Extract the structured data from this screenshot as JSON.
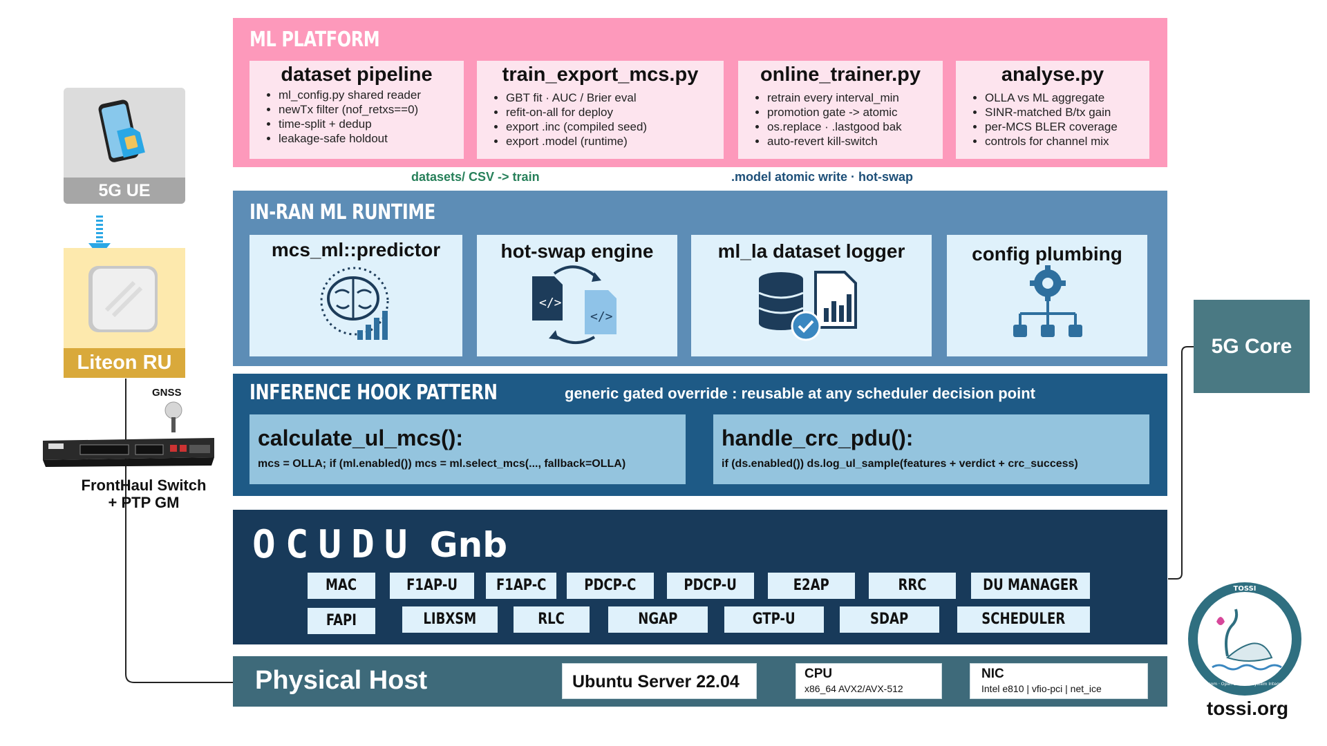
{
  "left": {
    "ue_label": "5G UE",
    "ru_label": "Liteon RU",
    "gnss_label": "GNSS",
    "switch_label_line1": "FrontHaul Switch",
    "switch_label_line2": "+ PTP GM"
  },
  "ml_platform": {
    "title": "ML PLATFORM",
    "cards": [
      {
        "title": "dataset pipeline",
        "items": [
          "ml_config.py shared reader",
          "newTx filter (nof_retxs==0)",
          "time-split + dedup",
          "leakage-safe holdout"
        ]
      },
      {
        "title": "train_export_mcs.py",
        "items": [
          "GBT fit · AUC / Brier eval",
          "refit-on-all for deploy",
          "export .inc (compiled seed)",
          "export .model (runtime)"
        ]
      },
      {
        "title": "online_trainer.py",
        "items": [
          "retrain every interval_min",
          "promotion gate -> atomic",
          "os.replace · .lastgood bak",
          "auto-revert kill-switch"
        ]
      },
      {
        "title": "analyse.py",
        "items": [
          "OLLA vs ML aggregate",
          "SINR-matched B/tx gain",
          "per-MCS BLER coverage",
          "controls for channel mix"
        ]
      }
    ]
  },
  "flows": {
    "left_label": "datasets/ CSV -> train",
    "right_label": ".model atomic write · hot-swap"
  },
  "runtime": {
    "title": "IN-RAN ML RUNTIME",
    "cards": [
      {
        "title": "mcs_ml::predictor",
        "icon": "brain-chart-icon"
      },
      {
        "title": "hot-swap engine",
        "icon": "code-files-swap-icon"
      },
      {
        "title": "ml_la  dataset logger",
        "icon": "database-report-icon"
      },
      {
        "title": "config plumbing",
        "icon": "gear-hierarchy-icon"
      }
    ]
  },
  "hook": {
    "title": "INFERENCE HOOK PATTERN",
    "subtitle": "generic gated override :  reusable at any scheduler decision point",
    "cards": [
      {
        "title": "calculate_ul_mcs():",
        "code": "mcs = OLLA; if (ml.enabled()) mcs = ml.select_mcs(..., fallback=OLLA)"
      },
      {
        "title": "handle_crc_pdu():",
        "code": "if (ds.enabled()) ds.log_ul_sample(features + verdict + crc_success)"
      }
    ]
  },
  "gnb": {
    "logo": "OCUDU",
    "suffix": "Gnb",
    "row1": [
      "MAC",
      "F1AP-U",
      "F1AP-C",
      "PDCP-C",
      "PDCP-U",
      "E2AP",
      "RRC",
      "DU MANAGER"
    ],
    "row2": [
      "FAPI",
      "LIBXSM",
      "RLC",
      "NGAP",
      "GTP-U",
      "SDAP",
      "SCHEDULER"
    ]
  },
  "host": {
    "title": "Physical Host",
    "os": "Ubuntu Server 22.04",
    "cpu_title": "CPU",
    "cpu_detail": "x86_64 AVX2/AVX-512",
    "nic_title": "NIC",
    "nic_detail": "Intel e810  | vfio-pci | net_ice"
  },
  "core": {
    "label": "5G Core"
  },
  "tossi": {
    "badge_text": "TOSSI",
    "ring_text": "Telecom · Open Source · System Integrator",
    "site": "tossi.org"
  },
  "colors": {
    "ml_platform": "#fd99bb",
    "runtime": "#5d8db6",
    "hook": "#1e5a86",
    "gnb": "#183a5a",
    "host": "#3e6a7a",
    "core": "#4a7983",
    "ru": "#d9a93b",
    "flow_green": "#27805a",
    "flow_blue": "#1d4f78"
  }
}
